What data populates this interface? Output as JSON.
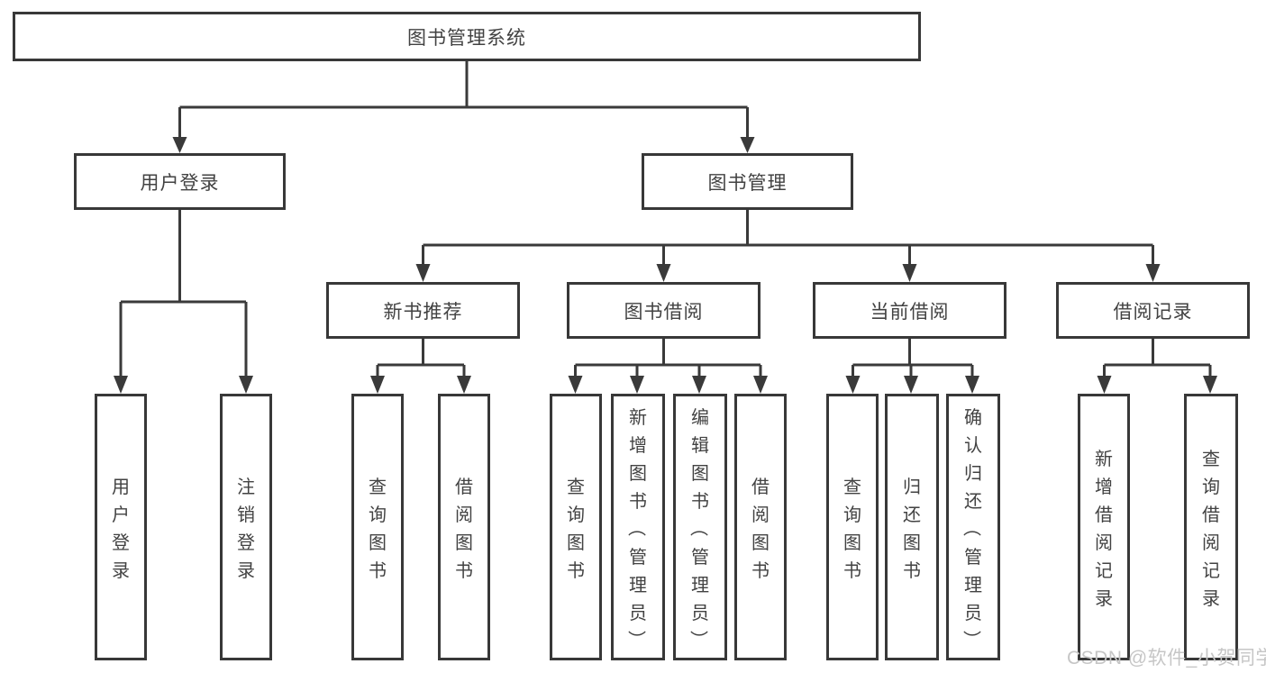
{
  "diagram": {
    "title": "图书管理系统",
    "level2": {
      "user_login": "用户登录",
      "book_mgmt": "图书管理"
    },
    "level3": {
      "new_book": "新书推荐",
      "book_borrow": "图书借阅",
      "current_borrow": "当前借阅",
      "borrow_record": "借阅记录"
    },
    "leaves": {
      "user_login_1": "用户登录",
      "user_login_2": "注销登录",
      "new_book_1": "查询图书",
      "new_book_2": "借阅图书",
      "book_borrow_1": "查询图书",
      "book_borrow_2": "新增图书（管理员）",
      "book_borrow_3": "编辑图书（管理员）",
      "book_borrow_4": "借阅图书",
      "current_borrow_1": "查询图书",
      "current_borrow_2": "归还图书",
      "current_borrow_3": "确认归还（管理员）",
      "borrow_record_1": "新增借阅记录",
      "borrow_record_2": "查询借阅记录"
    },
    "watermark": "CSDN @软件_小贺同学",
    "colors": {
      "line": "#3a3a3a",
      "text": "#424242",
      "watermark": "#c6c6c6",
      "background": "#ffffff"
    }
  }
}
